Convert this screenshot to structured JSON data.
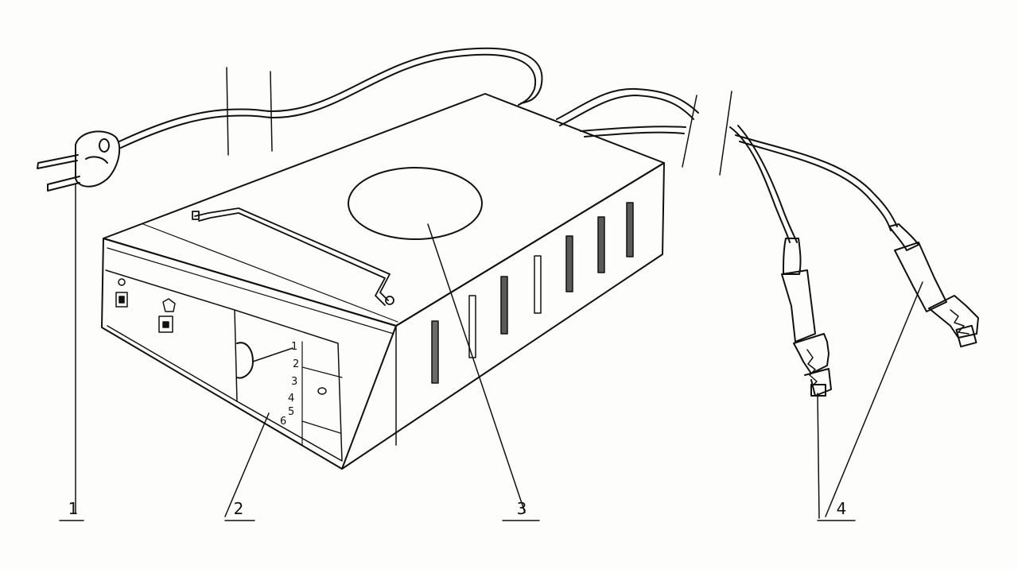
{
  "callouts": [
    {
      "id": "plug",
      "label": "1"
    },
    {
      "id": "switch-panel",
      "label": "2"
    },
    {
      "id": "top-circle",
      "label": "3"
    },
    {
      "id": "clamps",
      "label": "4"
    }
  ],
  "scale_numbers": [
    "1",
    "2",
    "3",
    "4",
    "5",
    "6"
  ],
  "colors": {
    "ink": "#111111",
    "paper": "#fdfdfb",
    "slot_fill": "#5a5a5a"
  }
}
